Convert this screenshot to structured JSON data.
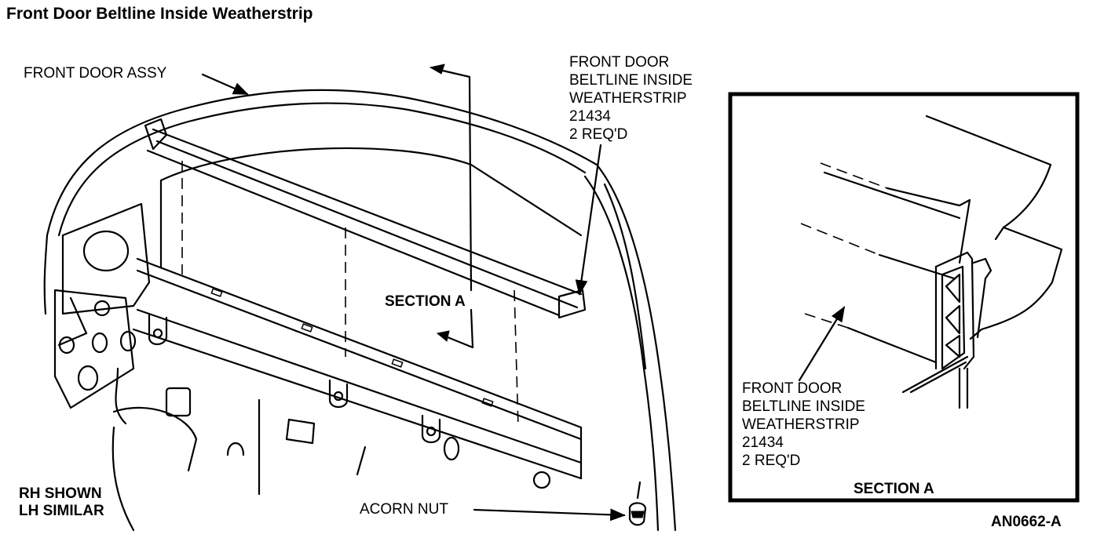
{
  "title": "Front Door Beltline Inside Weatherstrip",
  "labels": {
    "front_door_assy": "FRONT DOOR ASSY",
    "callout_top": [
      "FRONT DOOR",
      "BELTLINE INSIDE",
      "WEATHERSTRIP",
      "21434",
      "2 REQ'D"
    ],
    "section_a_main": "SECTION A",
    "callout_detail": [
      "FRONT DOOR",
      "BELTLINE INSIDE",
      "WEATHERSTRIP",
      "21434",
      "2 REQ'D"
    ],
    "section_a_detail": "SECTION A",
    "rh_shown": "RH SHOWN",
    "lh_similar": "LH SIMILAR",
    "acorn_nut": "ACORN NUT",
    "figure_id": "AN0662-A"
  }
}
